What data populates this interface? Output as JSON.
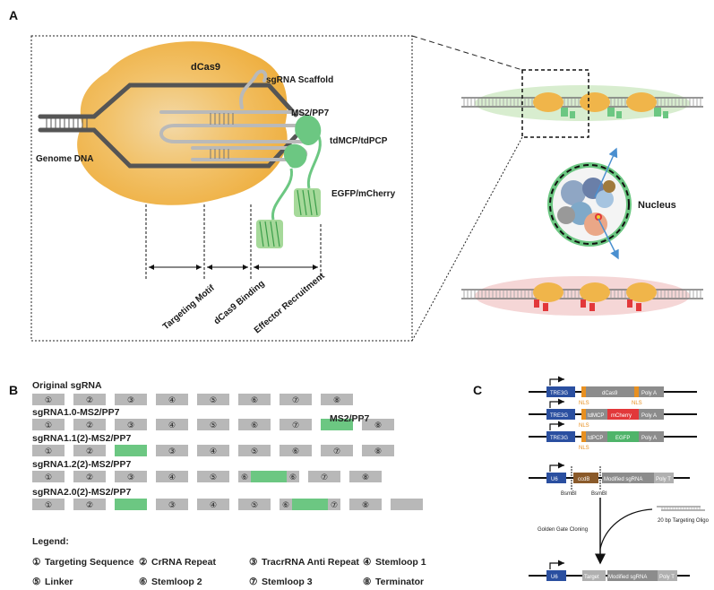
{
  "panels": {
    "a": "A",
    "b": "B",
    "c": "C"
  },
  "panel_a": {
    "dcas9": "dCas9",
    "sgrna_scaffold": "sgRNA Scaffold",
    "ms2_pp7": "MS2/PP7",
    "tdmcp_tdpcp": "tdMCP/tdPCP",
    "genome_dna": "Genome DNA",
    "egfp_mcherry": "EGFP/mCherry",
    "targeting_motif": "Targeting Motif",
    "dcas9_binding": "dCas9 Binding",
    "effector_recruitment": "Effector Recruitment",
    "nucleus": "Nucleus"
  },
  "panel_b": {
    "rows": [
      {
        "title": "Original sgRNA",
        "segments": [
          "①",
          "②",
          "③",
          "④",
          "⑤",
          "⑥",
          "⑦",
          "⑧"
        ]
      },
      {
        "title": "sgRNA1.0-MS2/PP7",
        "ms2_label": "MS2/PP7",
        "segments": [
          "①",
          "②",
          "③",
          "④",
          "⑤",
          "⑥",
          "⑦",
          "",
          "⑧"
        ]
      },
      {
        "title": "sgRNA1.1(2)-MS2/PP7",
        "segments": [
          "①",
          "②",
          "",
          "③",
          "④",
          "⑤",
          "⑥",
          "⑦",
          "⑧"
        ]
      },
      {
        "title": "sgRNA1.2(2)-MS2/PP7",
        "segments": [
          "①",
          "②",
          "③",
          "④",
          "⑤",
          "⑥",
          "⑥",
          "⑦",
          "⑧"
        ]
      },
      {
        "title": "sgRNA2.0(2)-MS2/PP7",
        "segments": [
          "①",
          "②",
          "",
          "③",
          "④",
          "⑤",
          "⑥",
          "⑥",
          "⑦",
          "⑧"
        ]
      }
    ],
    "legend_title": "Legend:",
    "legend": [
      {
        "num": "①",
        "text": "Targeting Sequence"
      },
      {
        "num": "②",
        "text": "CrRNA Repeat"
      },
      {
        "num": "③",
        "text": "TracrRNA Anti Repeat"
      },
      {
        "num": "④",
        "text": "Stemloop 1"
      },
      {
        "num": "⑤",
        "text": "Linker"
      },
      {
        "num": "⑥",
        "text": "Stemloop 2"
      },
      {
        "num": "⑦",
        "text": "Stemloop 3"
      },
      {
        "num": "⑧",
        "text": "Terminator"
      }
    ]
  },
  "panel_c": {
    "tre3g": "TRE3G",
    "dcas9": "dCas9",
    "polya": "Poly A",
    "nls": "NLS",
    "tdmcp": "tdMCP",
    "mcherry": "mCherry",
    "tdpcp": "tdPCP",
    "egfp": "EGFP",
    "u6": "U6",
    "ccdb": "ccdB",
    "modified_sgrna": "Modified sgRNA",
    "polyt": "Poly T",
    "bsmbi": "BsmBI",
    "golden_gate": "Golden Gate Cloning",
    "oligo": "20 bp Targeting Oligo",
    "target": "Target"
  },
  "colors": {
    "dcas9_body": "#f0b54a",
    "green": "#6cc782",
    "blue_promoter": "#2a4fa0",
    "gray_block": "#8c8c8c",
    "red": "#e2383a",
    "orange_nls": "#e89020",
    "brown_ccdb": "#8a5a2a"
  }
}
